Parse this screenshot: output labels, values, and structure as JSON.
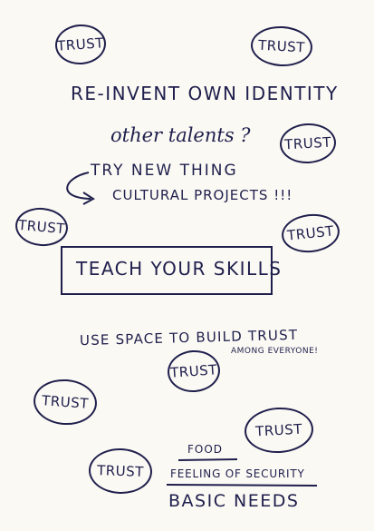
{
  "ink_color": "#1f1f4d",
  "background_color": "#fbf9f3",
  "badge_label": "TRUST",
  "badges": [
    "TRUST",
    "TRUST",
    "TRUST",
    "TRUST",
    "TRUST",
    "TRUST",
    "TRUST",
    "TRUST",
    "TRUST"
  ],
  "lines": {
    "reinvent": "RE-INVENT OWN IDENTITY",
    "talents": "other talents ?",
    "try_new": "TRY NEW THING",
    "cultural": "CULTURAL PROJECTS !!!",
    "teach": "TEACH YOUR SKILLS",
    "use_space": "USE SPACE TO BUILD TRUST",
    "among": "AMONG EVERYONE!",
    "food": "FOOD",
    "security": "FEELING OF SECURITY",
    "basic": "BASIC NEEDS"
  }
}
